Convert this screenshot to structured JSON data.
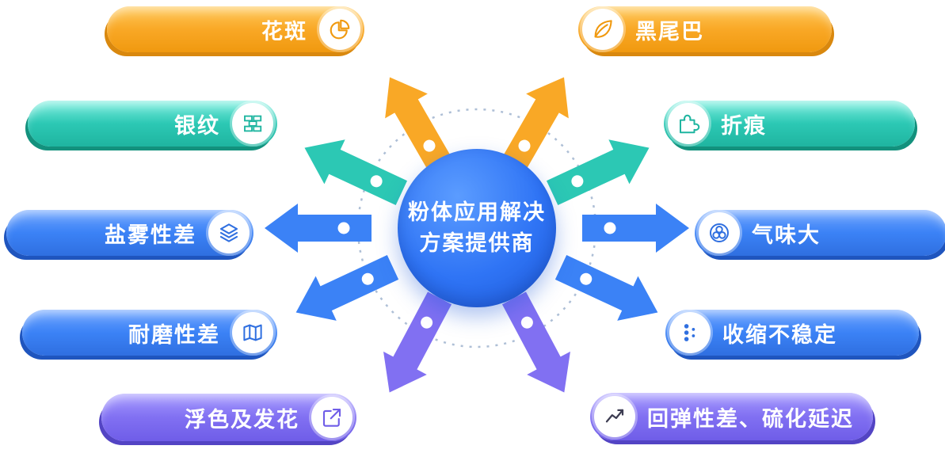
{
  "center": {
    "title_line1": "粉体应用解决",
    "title_line2": "方案提供商"
  },
  "items": [
    {
      "label": "花斑",
      "icon": "pie-chart-icon",
      "color": "#F9A826",
      "side": "left"
    },
    {
      "label": "银纹",
      "icon": "bricks-icon",
      "color": "#2CC8B4",
      "side": "left"
    },
    {
      "label": "盐雾性差",
      "icon": "layers-icon",
      "color": "#3B82F6",
      "side": "left"
    },
    {
      "label": "耐磨性差",
      "icon": "map-icon",
      "color": "#3B82F6",
      "side": "left"
    },
    {
      "label": "浮色及发花",
      "icon": "arrow-up-right-icon",
      "color": "#8170F2",
      "side": "left"
    },
    {
      "label": "黑尾巴",
      "icon": "leaf-icon",
      "color": "#F9A826",
      "side": "right"
    },
    {
      "label": "折痕",
      "icon": "puzzle-icon",
      "color": "#2CC8B4",
      "side": "right"
    },
    {
      "label": "气味大",
      "icon": "bubbles-icon",
      "color": "#3B82F6",
      "side": "right"
    },
    {
      "label": "收缩不稳定",
      "icon": "dots-icon",
      "color": "#3B82F6",
      "side": "right"
    },
    {
      "label": "回弹性差、硫化延迟",
      "icon": "trend-line-icon",
      "color": "#8170F2",
      "side": "right"
    }
  ],
  "colors": {
    "orange": "#F9A826",
    "teal": "#2CC8B4",
    "blue": "#3B82F6",
    "purple": "#8170F2",
    "center_blue": "#2F74F5",
    "dashed_ring": "#AEBFD6"
  }
}
